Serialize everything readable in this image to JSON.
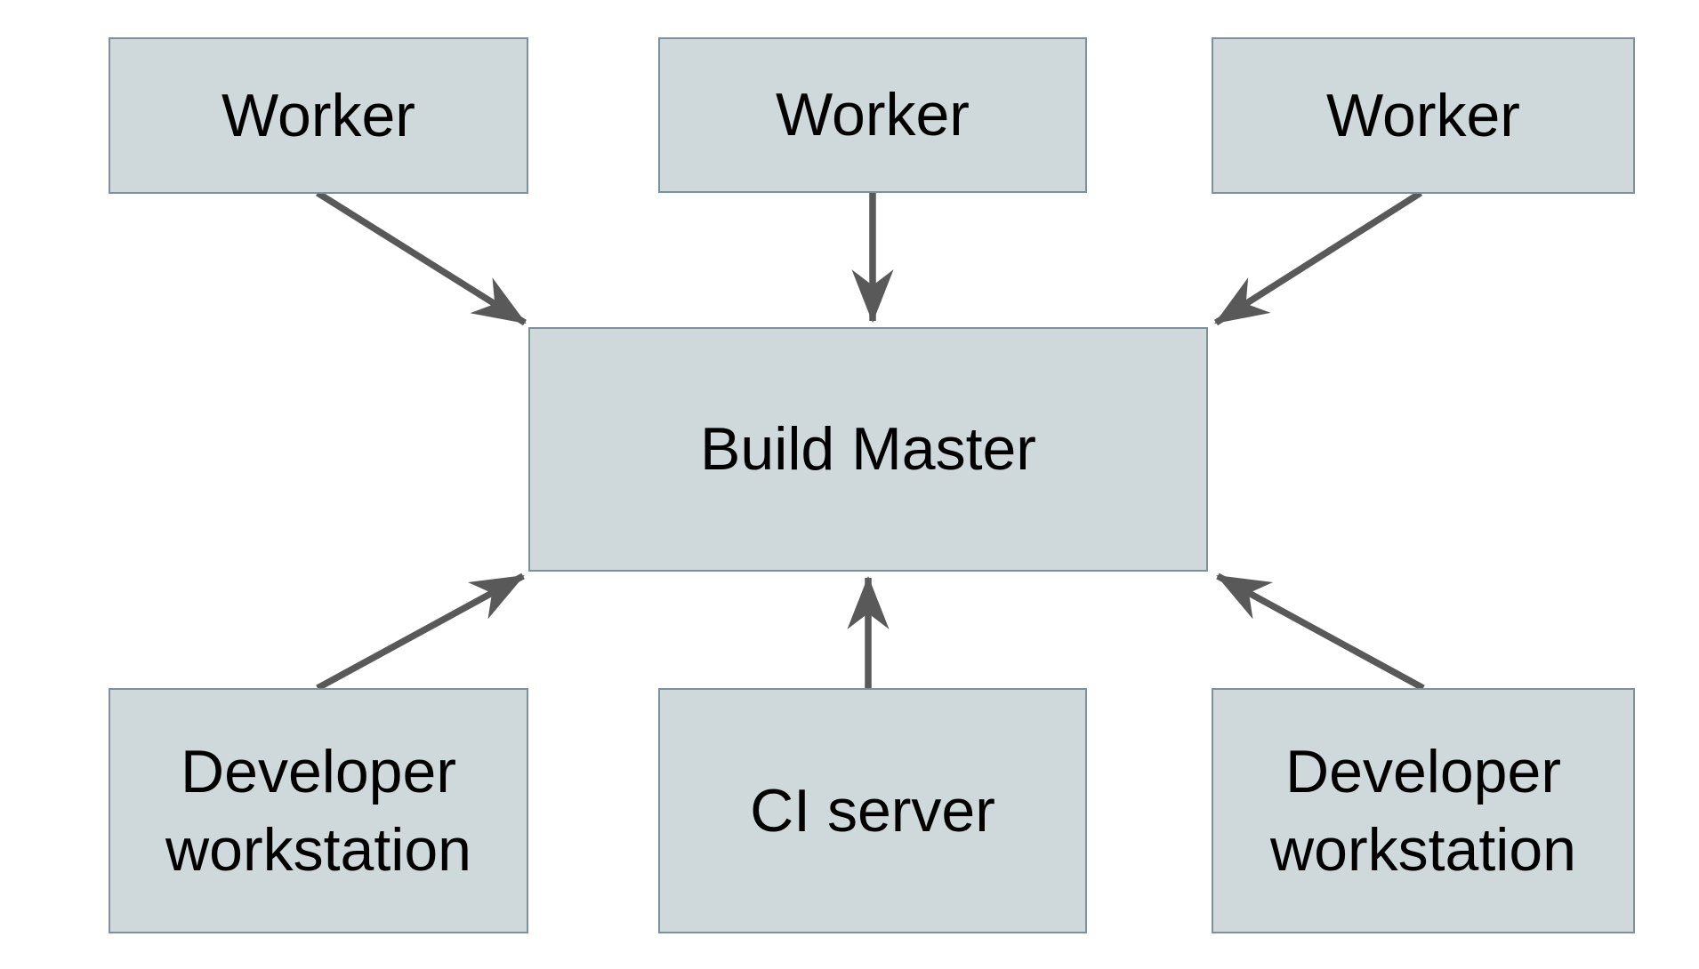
{
  "nodes": {
    "worker_1": {
      "label": "Worker"
    },
    "worker_2": {
      "label": "Worker"
    },
    "worker_3": {
      "label": "Worker"
    },
    "build_master": {
      "label": "Build Master"
    },
    "dev_workstation_left": {
      "label": "Developer workstation"
    },
    "ci_server": {
      "label": "CI server"
    },
    "dev_workstation_right": {
      "label": "Developer workstation"
    }
  },
  "edges": [
    {
      "from": "worker_1",
      "to": "build_master",
      "direction": "down"
    },
    {
      "from": "worker_2",
      "to": "build_master",
      "direction": "down"
    },
    {
      "from": "worker_3",
      "to": "build_master",
      "direction": "down"
    },
    {
      "from": "dev_workstation_left",
      "to": "build_master",
      "direction": "up"
    },
    {
      "from": "ci_server",
      "to": "build_master",
      "direction": "up"
    },
    {
      "from": "dev_workstation_right",
      "to": "build_master",
      "direction": "up"
    }
  ],
  "colors": {
    "background": "#ffffff",
    "node_fill": "#cfd8da",
    "node_border": "#7b919c",
    "arrow": "#595959",
    "text": "#000000"
  }
}
